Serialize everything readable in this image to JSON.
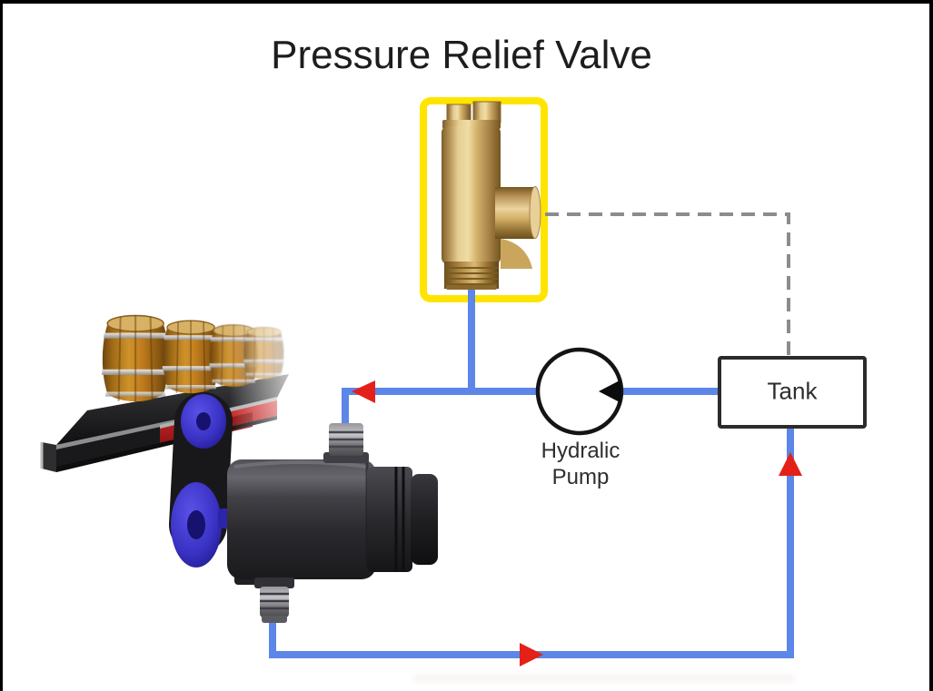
{
  "title": "Pressure Relief Valve",
  "labels": {
    "pump_line1": "Hydralic",
    "pump_line2": "Pump",
    "tank": "Tank"
  },
  "colors": {
    "pipe_blue": "#5c86e8",
    "arrow_red": "#e32119",
    "valve_highlight_yellow": "#ffe400",
    "dashed_drain_gray": "#8c8c8c",
    "symbol_outline_black": "#141414",
    "valve_brass": "#d8b568",
    "barrel_wood": "#b8801f",
    "pulley_blue": "#352fb8",
    "conveyor_red": "#c42222",
    "motor_gray": "#35353a",
    "frame_black": "#000000"
  },
  "components": {
    "relief_valve": "pressure-relief-valve-highlighted",
    "pump_symbol": "hydraulic-pump-circle-symbol",
    "tank": "tank-box",
    "motor": "motor-pump-unit",
    "conveyor": "barrel-conveyor-belt",
    "flow_arrows": "red-flow-direction-arrows",
    "drain_line": "dashed-drain-line"
  }
}
